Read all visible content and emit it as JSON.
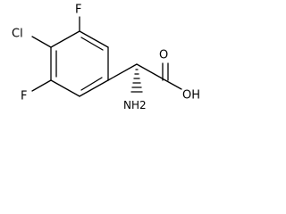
{
  "molecule": {
    "atom_labels": {
      "f_top": "F",
      "cl": "Cl",
      "f_bottom": "F",
      "carbonyl_o": "O",
      "hydroxyl": "OH",
      "amine": "NH2"
    },
    "stereo_bond": "hashed wedge",
    "colors": {
      "bond": "#000000",
      "label": "#000000",
      "background": "#ffffff"
    }
  }
}
